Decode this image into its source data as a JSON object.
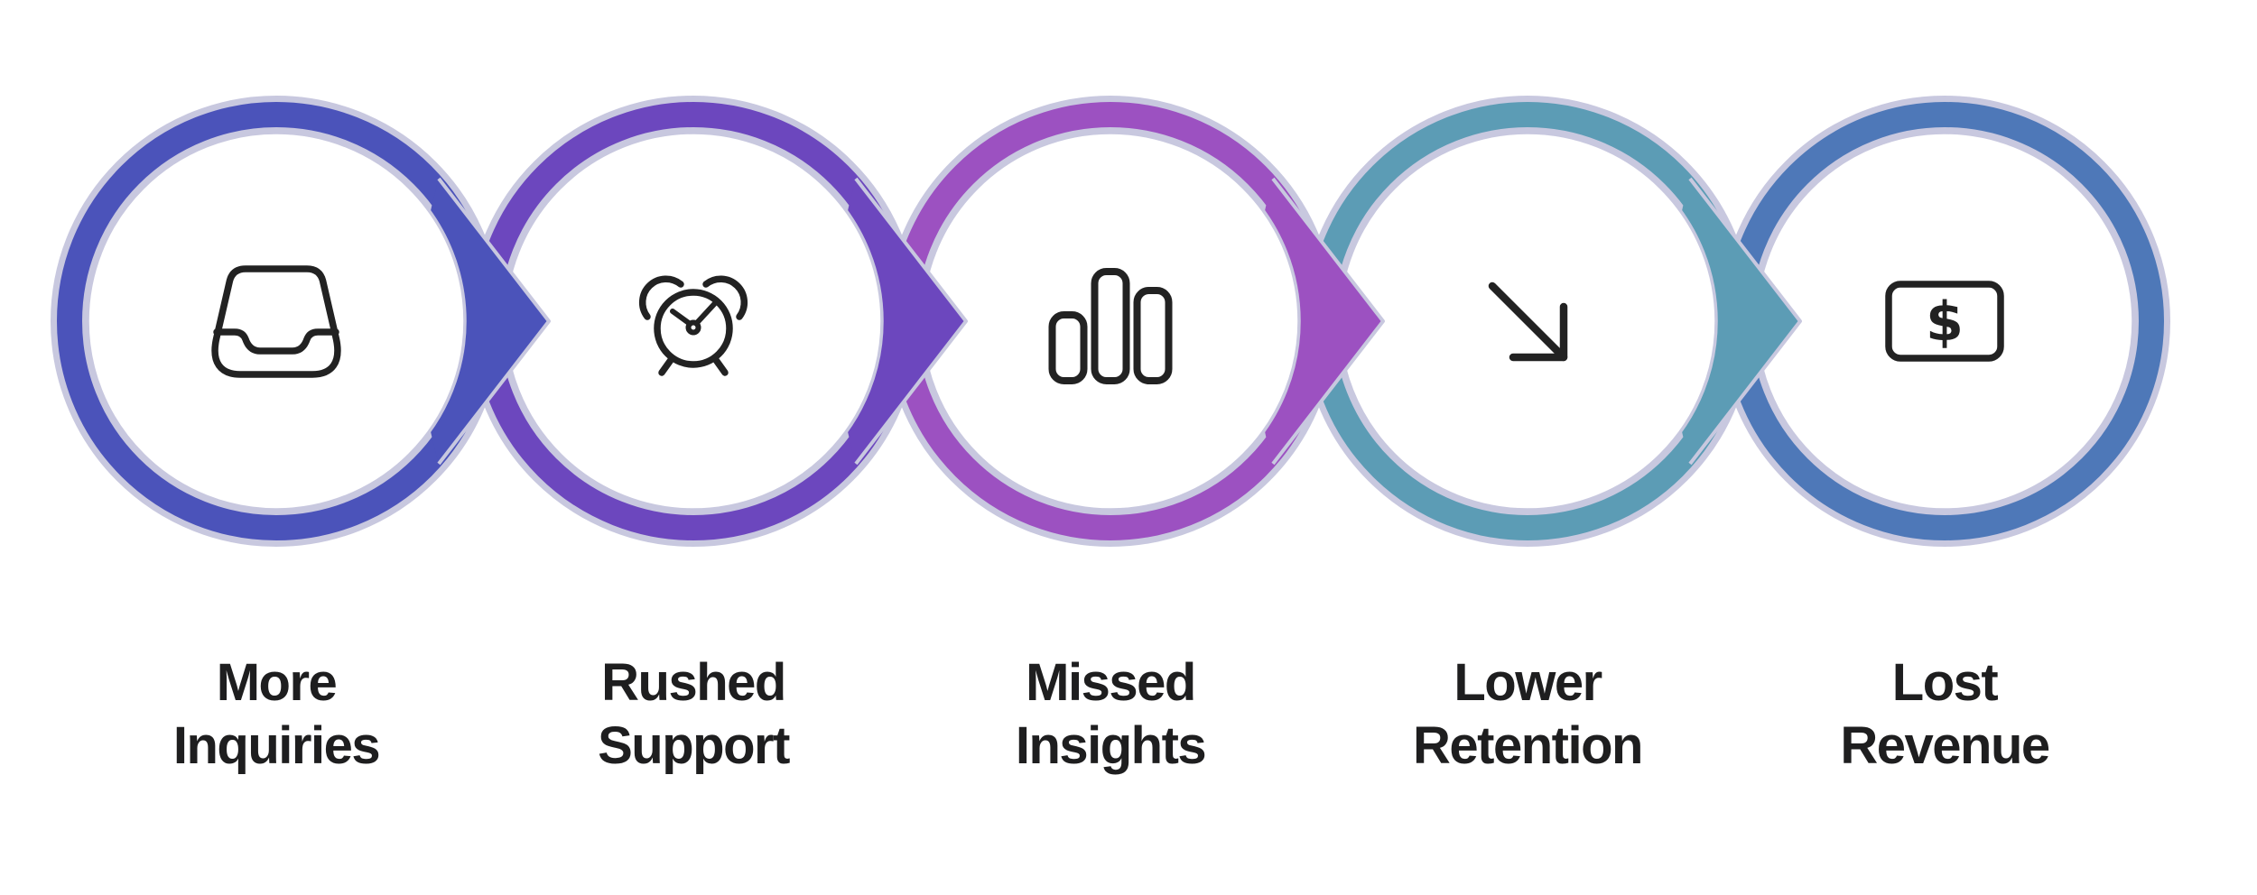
{
  "diagram": {
    "type": "process-flow-chain",
    "background_color": "#ffffff",
    "ring_outline_color": "#C8C8DF",
    "icon_color": "#222222",
    "label_color": "#1E1E1F",
    "steps": [
      {
        "label_line1": "More",
        "label_line2": "Inquiries",
        "icon": "inbox-icon",
        "color": "#4B53BA",
        "arrow_to_next": true
      },
      {
        "label_line1": "Rushed",
        "label_line2": "Support",
        "icon": "alarm-clock-icon",
        "color": "#6C47BE",
        "arrow_to_next": true
      },
      {
        "label_line1": "Missed",
        "label_line2": "Insights",
        "icon": "bar-chart-icon",
        "color": "#9C51C1",
        "arrow_to_next": true
      },
      {
        "label_line1": "Lower",
        "label_line2": "Retention",
        "icon": "arrow-down-right-icon",
        "color": "#5C9CB5",
        "arrow_to_next": true
      },
      {
        "label_line1": "Lost",
        "label_line2": "Revenue",
        "icon": "dollar-banknote-icon",
        "color": "#4E78B8",
        "arrow_to_next": false
      }
    ],
    "dollar_symbol": "$"
  }
}
